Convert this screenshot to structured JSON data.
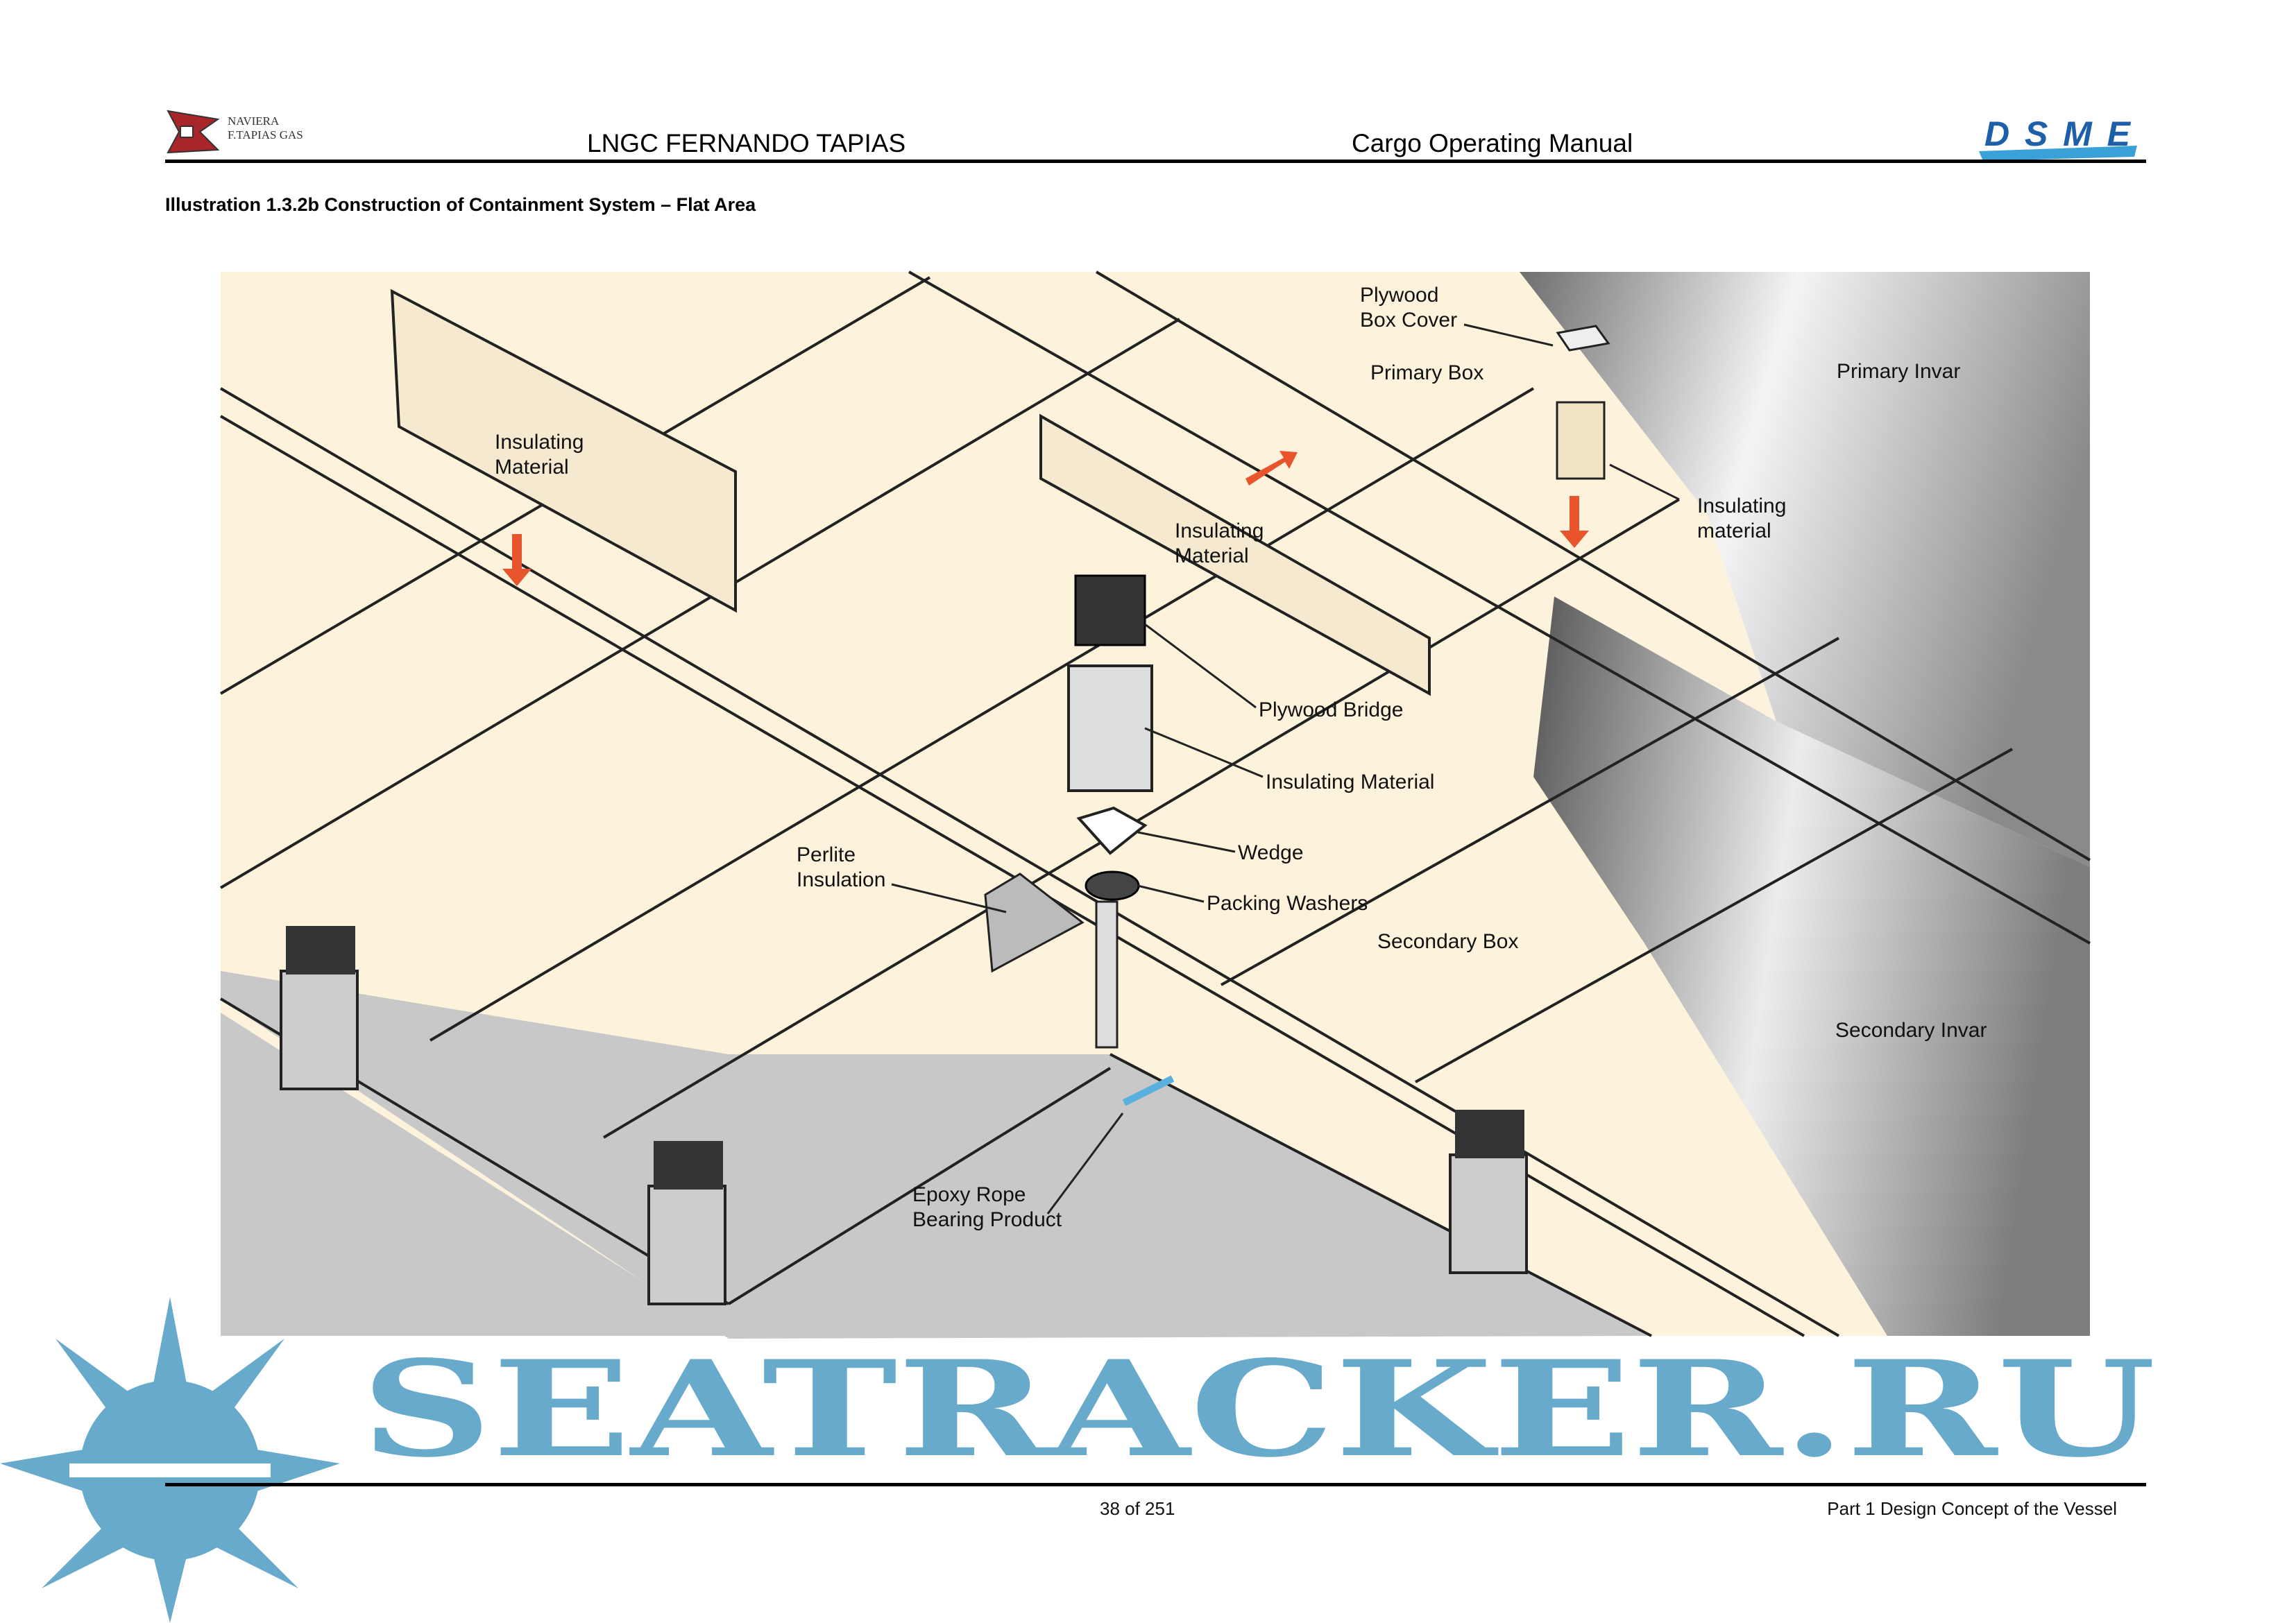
{
  "header": {
    "company_logo_text": [
      "NAVIERA",
      "F.TAPIAS GAS"
    ],
    "vessel": "LNGC FERNANDO TAPIAS",
    "manual": "Cargo Operating Manual",
    "builder_logo": "DSME"
  },
  "illustration": {
    "title": "Illustration 1.3.2b Construction of Containment System – Flat Area",
    "labels": {
      "plywood_box_cover": [
        "Plywood",
        "Box Cover"
      ],
      "primary_box": "Primary Box",
      "primary_invar": "Primary Invar",
      "insulating_material_left": [
        "Insulating",
        "Material"
      ],
      "insulating_material_center": [
        "Insulating",
        "Material"
      ],
      "insulating_material_right": [
        "Insulating",
        "material"
      ],
      "plywood_bridge": "Plywood Bridge",
      "insulating_material_post": "Insulating Material",
      "wedge": "Wedge",
      "perlite_insulation": [
        "Perlite",
        "Insulation"
      ],
      "packing_washers": "Packing Washers",
      "secondary_box": "Secondary Box",
      "secondary_invar": "Secondary Invar",
      "epoxy_rope": [
        "Epoxy Rope",
        "Bearing Product"
      ]
    },
    "colors": {
      "box": "#fdf3dc",
      "arrow": "#e8542b",
      "floor": "#c8c8c8"
    }
  },
  "footer": {
    "page": "38 of 251",
    "section": "Part 1 Design Concept of the Vessel"
  },
  "watermark": "SEATRACKER.RU"
}
